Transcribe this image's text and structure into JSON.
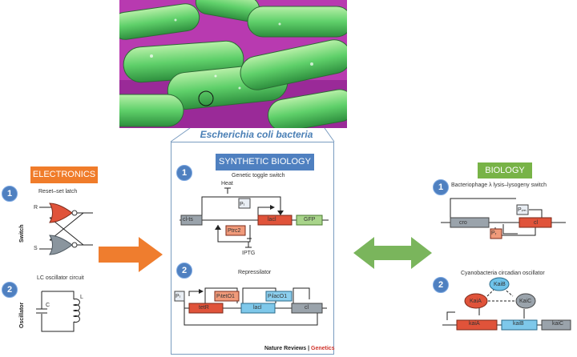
{
  "photo_caption": "Escherichia coli bacteria",
  "electronics": {
    "header": "ELECTRONICS",
    "items": [
      {
        "number": "1",
        "title": "Reset–set latch",
        "side_label": "Switch",
        "inputs": [
          "R",
          "S"
        ]
      },
      {
        "number": "2",
        "title": "LC oscillator circuit",
        "side_label": "Oscillator",
        "components": [
          "C",
          "L"
        ]
      }
    ]
  },
  "synthetic_biology": {
    "header": "SYNTHETIC BIOLOGY",
    "items": [
      {
        "number": "1",
        "title": "Genetic toggle switch",
        "inducers": [
          "Heat",
          "IPTG"
        ],
        "promoters": [
          "Pₗ",
          "Ptrc2"
        ],
        "genes": [
          "cl-ts",
          "lacl",
          "GFP"
        ]
      },
      {
        "number": "2",
        "title": "Repressilator",
        "promoters": [
          "Pₗ",
          "PₗtetO1",
          "PₗlacO1"
        ],
        "genes": [
          "tetR",
          "lacl",
          "cl"
        ]
      }
    ],
    "credit_main": "Nature Reviews",
    "credit_sep": " | ",
    "credit_journal": "Genetics"
  },
  "biology": {
    "header": "BIOLOGY",
    "items": [
      {
        "number": "1",
        "title": "Bacteriophage λ lysis–lysogeny switch",
        "promoters": [
          "Pᵣₘ",
          "Pᵣ"
        ],
        "genes": [
          "cro",
          "cl"
        ]
      },
      {
        "number": "2",
        "title": "Cyanobacteria circadian oscillator",
        "proteins": [
          "KaiB",
          "KaiA",
          "KaiC"
        ],
        "genes": [
          "kaiA",
          "kaiB",
          "kaiC"
        ]
      }
    ]
  },
  "colors": {
    "electronics": "#f07c2a",
    "synthetic": "#4f80c0",
    "biology": "#78b347"
  }
}
